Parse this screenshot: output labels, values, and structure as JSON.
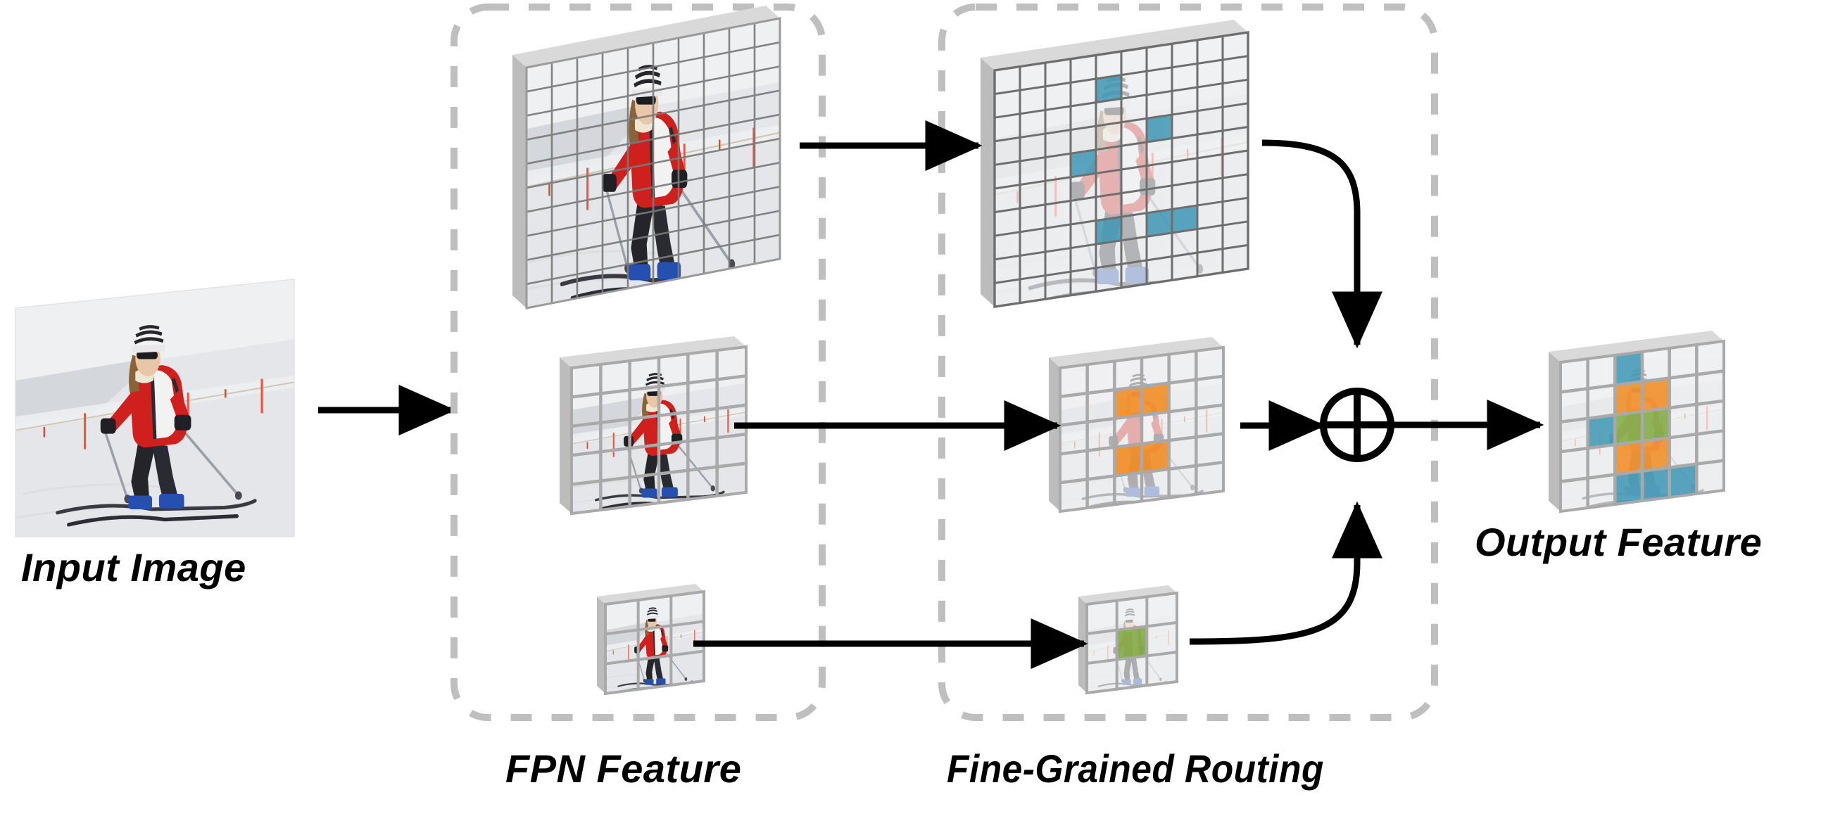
{
  "diagram": {
    "title": "Fine-Grained Routing FPN architecture diagram",
    "captions": {
      "input": "Input Image",
      "fpn": "FPN Feature",
      "routing": "Fine-Grained Routing",
      "output": "Output Feature"
    },
    "colors": {
      "teal": "#3E96B4",
      "orange": "#F28A20",
      "green": "#7EA93F",
      "dashed_border": "#BFBFBF",
      "arrow": "#000000",
      "grid_line": "#7A7A7A",
      "slab_face": "#EDEDED",
      "slab_edge": "#C6C6C6",
      "snow": "#E9EAEC",
      "jacket_red": "#D0201E",
      "pants_black": "#24242A",
      "hat_dark": "#2E2E34",
      "skin": "#E8C6A8",
      "hair": "#8A6338"
    },
    "operator": {
      "symbol": "plus-circle",
      "name": "element-wise-sum"
    },
    "groups": [
      {
        "id": "fpn-group",
        "label": "FPN Feature"
      },
      {
        "id": "routing-group",
        "label": "Fine-Grained Routing"
      }
    ],
    "feature_maps": [
      {
        "id": "fpn-p3",
        "group": "fpn",
        "grid": {
          "cols": 10,
          "rows": 10
        },
        "level": "high-resolution",
        "faded": false,
        "highlights": []
      },
      {
        "id": "fpn-p4",
        "group": "fpn",
        "grid": {
          "cols": 6,
          "rows": 5
        },
        "level": "mid-resolution",
        "faded": false,
        "highlights": []
      },
      {
        "id": "fpn-p5",
        "group": "fpn",
        "grid": {
          "cols": 3,
          "rows": 3
        },
        "level": "low-resolution",
        "faded": false,
        "highlights": []
      },
      {
        "id": "route-p3",
        "group": "routing",
        "grid": {
          "cols": 10,
          "rows": 10
        },
        "level": "high-resolution",
        "faded": true,
        "highlight_color": "teal",
        "highlights": [
          [
            4,
            1
          ],
          [
            3,
            4
          ],
          [
            6,
            3
          ],
          [
            4,
            7
          ],
          [
            6,
            7
          ],
          [
            7,
            7
          ]
        ]
      },
      {
        "id": "route-p4",
        "group": "routing",
        "grid": {
          "cols": 6,
          "rows": 5
        },
        "level": "mid-resolution",
        "faded": true,
        "highlight_color": "orange",
        "highlights": [
          [
            2,
            1
          ],
          [
            3,
            1
          ],
          [
            2,
            3
          ],
          [
            3,
            3
          ]
        ]
      },
      {
        "id": "route-p5",
        "group": "routing",
        "grid": {
          "cols": 3,
          "rows": 3
        },
        "level": "low-resolution",
        "faded": true,
        "highlight_color": "green",
        "highlights": [
          [
            1,
            1
          ]
        ]
      },
      {
        "id": "output",
        "group": "output",
        "grid": {
          "cols": 6,
          "rows": 5
        },
        "level": "fused",
        "faded": true,
        "highlights": [
          {
            "cell": [
              2,
              0
            ],
            "color": "teal"
          },
          {
            "cell": [
              2,
              1
            ],
            "color": "orange"
          },
          {
            "cell": [
              3,
              1
            ],
            "color": "orange"
          },
          {
            "cell": [
              1,
              2
            ],
            "color": "teal"
          },
          {
            "cell": [
              2,
              2
            ],
            "color": "green"
          },
          {
            "cell": [
              3,
              2
            ],
            "color": "green"
          },
          {
            "cell": [
              2,
              3
            ],
            "color": "orange"
          },
          {
            "cell": [
              3,
              3
            ],
            "color": "orange"
          },
          {
            "cell": [
              2,
              4
            ],
            "color": "teal"
          },
          {
            "cell": [
              3,
              4
            ],
            "color": "teal"
          },
          {
            "cell": [
              4,
              4
            ],
            "color": "teal"
          }
        ]
      }
    ],
    "arrows": [
      {
        "id": "input-to-fpn",
        "from": "input-image",
        "to": "fpn-group",
        "shape": "straight"
      },
      {
        "id": "fpn-p3-to-route",
        "from": "fpn-p3",
        "to": "route-p3",
        "shape": "straight"
      },
      {
        "id": "fpn-p4-to-route",
        "from": "fpn-p4",
        "to": "route-p4",
        "shape": "straight"
      },
      {
        "id": "fpn-p5-to-route",
        "from": "fpn-p5",
        "to": "route-p5",
        "shape": "straight"
      },
      {
        "id": "route-p3-to-sum",
        "from": "route-p3",
        "to": "sum-node",
        "shape": "curve-down"
      },
      {
        "id": "route-p4-to-sum",
        "from": "route-p4",
        "to": "sum-node",
        "shape": "straight"
      },
      {
        "id": "route-p5-to-sum",
        "from": "route-p5",
        "to": "sum-node",
        "shape": "curve-up"
      },
      {
        "id": "sum-to-output",
        "from": "sum-node",
        "to": "output",
        "shape": "straight"
      }
    ]
  }
}
